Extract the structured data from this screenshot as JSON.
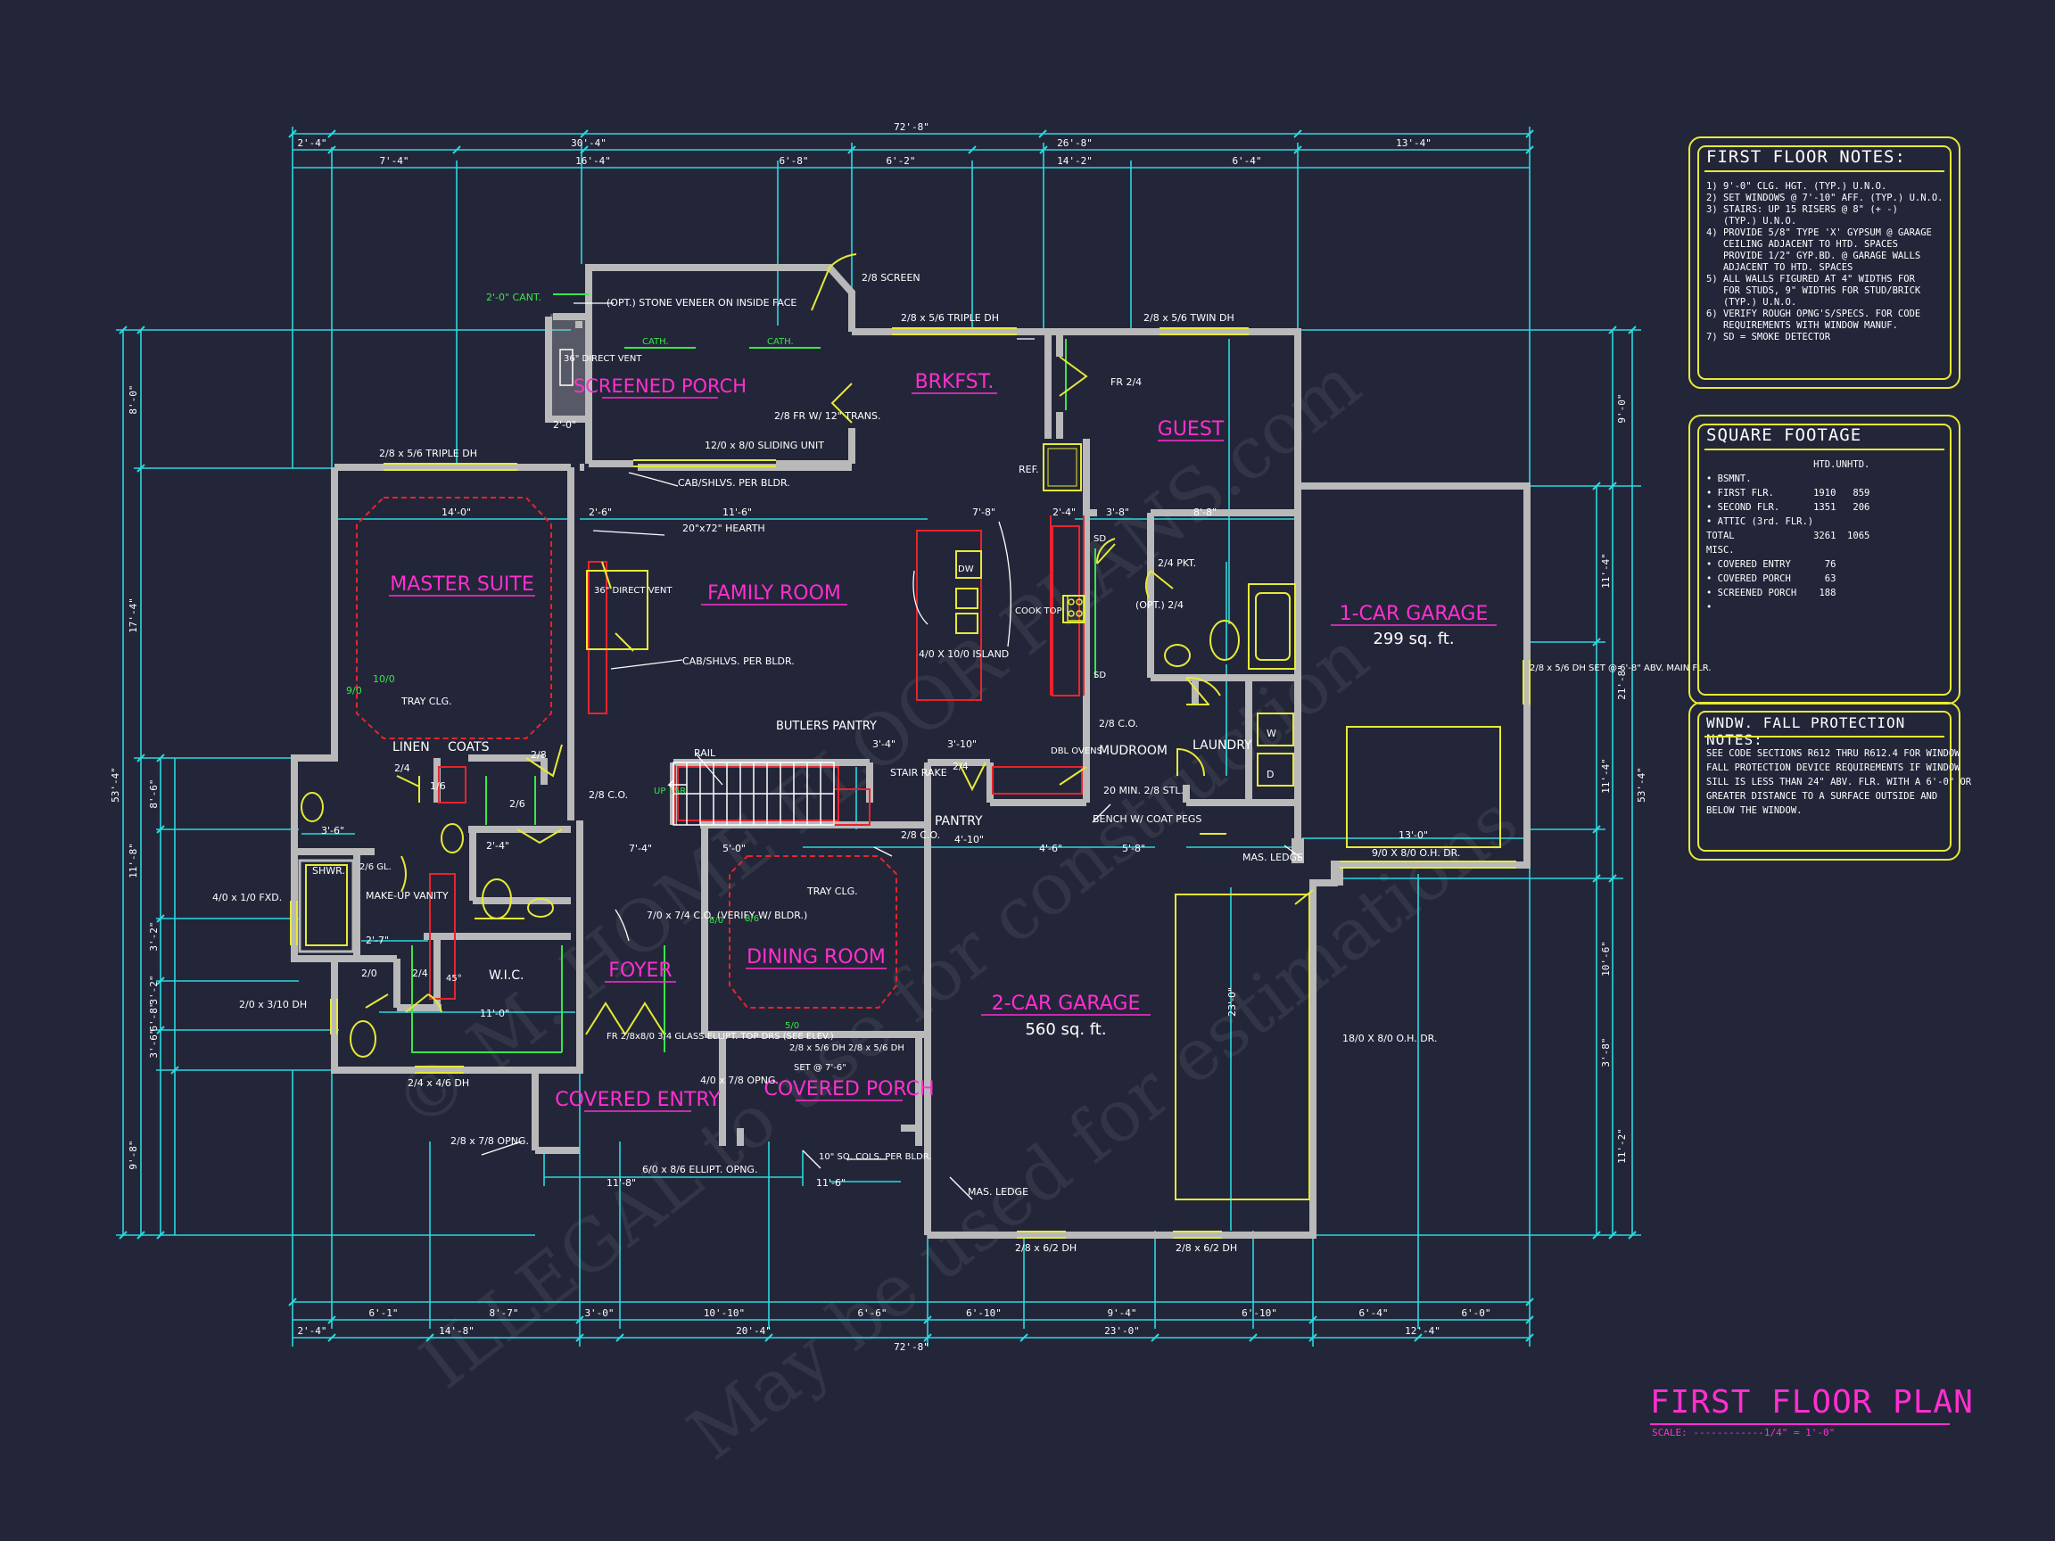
{
  "colors": {
    "background": "#232639",
    "wall": "#b9b9b9",
    "dimension": "#29d9df",
    "room_label": "#ff2fd0",
    "note_border": "#e6ea35",
    "text": "#ffffff",
    "fixture_red": "#e8232d",
    "green_note": "#39e64a",
    "yellow_fixture": "#e6ea35"
  },
  "rooms": {
    "screened_porch": "SCREENED PORCH",
    "brkfst": "BRKFST.",
    "guest": "GUEST",
    "master_suite": "MASTER SUITE",
    "family_room": "FAMILY ROOM",
    "garage_1": "1-CAR GARAGE",
    "garage_1_area": "299 sq. ft.",
    "garage_2": "2-CAR GARAGE",
    "garage_2_area": "560 sq. ft.",
    "foyer": "FOYER",
    "dining_room": "DINING ROOM",
    "covered_entry": "COVERED ENTRY",
    "covered_porch": "COVERED PORCH"
  },
  "dimensions": {
    "overall_top": "72'-8\"",
    "overall_bottom": "72'-8\"",
    "top_row1": [
      "2'-4\"",
      "30'-4\"",
      "26'-8\"",
      "13'-4\""
    ],
    "top_row2": [
      "7'-4\"",
      "16'-4\"",
      "6'-8\"",
      "6'-2\"",
      "14'-2\"",
      "6'-4\""
    ],
    "bottom_row1": [
      "6'-1\"",
      "8'-7\"",
      "3'-0\"",
      "10'-10\"",
      "6'-6\"",
      "6'-10\"",
      "9'-4\"",
      "6'-10\"",
      "6'-4\"",
      "6'-0\""
    ],
    "bottom_row2": [
      "2'-4\"",
      "14'-8\"",
      "20'-4\"",
      "23'-0\"",
      "12'-4\""
    ],
    "left_overall": "53'-4\"",
    "left_segments": [
      "8'-0\"",
      "17'-4\"",
      "11'-8\"",
      "9'-8\""
    ],
    "left_inner": [
      "8'-6\"",
      "3'-2\"",
      "3'-2\"",
      "6'-8\"",
      "3'-6\""
    ],
    "right_overall": "53'-4\"",
    "right_segments": [
      "9'-0\"",
      "21'-8\"",
      "11'-2\""
    ],
    "right_inner": [
      "11'-4\"",
      "11'-4\"",
      "10'-6\"",
      "3'-8\""
    ]
  },
  "labels": {
    "cant": "2'-0\" CANT.",
    "stone_veneer": "(OPT.) STONE VENEER ON INSIDE FACE",
    "screen_door": "2/8 SCREEN",
    "cath1": "CATH.",
    "cath2": "CATH.",
    "direct_vent_porch": "36\" DIRECT VENT",
    "porch_2_0": "2'-0\"",
    "triple_dh_top": "2/8 x 5/6 TRIPLE DH",
    "twin_dh_top": "2/8 x 5/6 TWIN DH",
    "fr_trans": "2/8 FR W/ 12\" TRANS.",
    "sliding": "12/0 x 8/0 SLIDING UNIT",
    "fr24": "FR 2/4",
    "triple_dh_master": "2/8 x 5/6 TRIPLE DH",
    "cab_shlvs_1": "CAB/SHLVS. PER BLDR.",
    "cab_shlvs_2": "CAB/SHLVS. PER BLDR.",
    "hearth": "20\"x72\" HEARTH",
    "direct_vent_family": "36\" DIRECT VENT",
    "ref": "REF.",
    "dw": "DW",
    "cook_top": "COOK TOP",
    "island": "4/0 X 10/0 ISLAND",
    "sd": "SD",
    "pkt": "2/4 PKT.",
    "opt24": "(OPT.) 2/4",
    "w": "W",
    "d": "D",
    "laundry": "LAUNDRY",
    "mudroom": "MUDROOM",
    "co_28": "2/8 C.O.",
    "dbl_ovens": "DBL OVENS",
    "bench": "BENCH W/ COAT PEGS",
    "min_stl": "20 MIN. 2/8 STL.",
    "tray_clg_master": "TRAY CLG.",
    "tray_clg_dining": "TRAY CLG.",
    "linen": "LINEN",
    "coats": "COATS",
    "butlers": "BUTLERS PANTRY",
    "rail": "RAIL",
    "up15r": "UP 15R",
    "stair_rake": "STAIR RAKE",
    "pantry": "PANTRY",
    "shwr": "SHWR.",
    "make_up": "MAKE-UP VANITY",
    "wic": "W.I.C.",
    "glass_26": "2/6 GL.",
    "fxd": "4/0 x 1/0 FXD.",
    "dh_3_10": "2/0 x 3/10 DH",
    "dh_4_6": "2/4 x 4/6 DH",
    "opng_7_8": "2/8 x 7/8 OPNG.",
    "co_7_4": "7/0 x 7/4 C.O. (VERIFY W/ BLDR.)",
    "fr_28_8": "FR 2/8x8/0 3/4 GLASS ELLIPT. TOP DRS (SEE ELEV.)",
    "opng_4_7": "4/0 x 7/8 OPNG.",
    "dh_5_6_pair": "2/8 x 5/6 DH  2/8 x 5/6 DH",
    "set_at": "SET @ 7'-6\"",
    "ellipt_opng": "6/0 x 8/6 ELLIPT. OPNG.",
    "sq_cols": "10\" SQ. COLS. PER BLDR.",
    "dh_garage_right": "2/8 x 5/6 DH SET @ 6'-8\" ABV. MAIN FLR.",
    "oh_door_9": "9/0 X 8/0 O.H. DR.",
    "oh_door_18": "18/0 X 8/0 O.H. DR.",
    "mas_ledge_1": "MAS. LEDGE",
    "mas_ledge_2": "MAS. LEDGE",
    "garage_dh_1": "2/8 x 6/2 DH",
    "garage_dh_2": "2/8 x 6/2 DH",
    "dim_14_0": "14'-0\"",
    "dim_2_6": "2'-6\"",
    "dim_11_6": "11'-6\"",
    "dim_7_8": "7'-8\"",
    "dim_2_4": "2'-4\"",
    "dim_3_8": "3'-8\"",
    "dim_8_8": "8'-8\"",
    "dim_13_0": "13'-0\"",
    "dim_7_4": "7'-4\"",
    "dim_5_0": "5'-0\"",
    "dim_4_10": "4'-10\"",
    "dim_4_6": "4'-6\"",
    "dim_5_8": "5'-8\"",
    "dim_3_4": "3'-4\"",
    "dim_3_10": "3'-10\"",
    "dim_11_8": "11'-8\"",
    "dim_11_6b": "11'-6\"",
    "dim_11_0": "11'-0\"",
    "dim_3_6": "3'-6\"",
    "dim_2_4b": "2'-4\"",
    "dim_2_7": "2'-7\"",
    "dim_23_0": "23'-0\"",
    "d24": "2/4",
    "d16": "1/6",
    "d26": "2/6",
    "d28": "2/8",
    "d20": "2/0",
    "d24b": "2/4",
    "d24c": "2/4",
    "d28co": "2/8 C.O.",
    "d28co2": "2/8 C.O.",
    "d90": "9/0",
    "d100": "10/0",
    "d86": "8/6",
    "d80": "8/0",
    "d45": "45°",
    "d50": "5/0",
    "sd_marks": "SD"
  },
  "watermark": {
    "line1": "© M. HOME FLOOR PLANS.com",
    "line2": "ILLEGAL to use for construction",
    "line3": "May be used for estimations"
  },
  "notes": {
    "first_floor_title": "FIRST FLOOR NOTES:",
    "first_floor_items": [
      "1) 9'-0\" CLG. HGT. (TYP.) U.N.O.",
      "2) SET WINDOWS @ 7'-10\" AFF. (TYP.) U.N.O.",
      "3) STAIRS: UP 15 RISERS @ 8\" (+ -)",
      "   (TYP.) U.N.O.",
      "4) PROVIDE 5/8\" TYPE 'X' GYPSUM @ GARAGE",
      "   CEILING ADJACENT TO HTD. SPACES",
      "   PROVIDE 1/2\" GYP.BD. @ GARAGE WALLS",
      "   ADJACENT TO HTD. SPACES",
      "5) ALL WALLS FIGURED AT 4\" WIDTHS FOR",
      "   FOR STUDS, 9\" WIDTHS FOR STUD/BRICK",
      "   (TYP.) U.N.O.",
      "6) VERIFY ROUGH OPNG'S/SPECS. FOR CODE",
      "   REQUIREMENTS WITH WINDOW MANUF.",
      "7) SD = SMOKE DETECTOR"
    ],
    "sqft_title": "SQUARE FOOTAGE",
    "sqft_headers": [
      "",
      "HTD.",
      "UNHTD."
    ],
    "sqft_rows": [
      [
        "• BSMNT.",
        "",
        ""
      ],
      [
        "• FIRST FLR.",
        "1910",
        "859"
      ],
      [
        "• SECOND FLR.",
        "1351",
        "206"
      ],
      [
        "• ATTIC (3rd. FLR.)",
        "",
        ""
      ],
      [
        "TOTAL",
        "3261",
        "1065"
      ],
      [
        "MISC.",
        "",
        ""
      ],
      [
        "• COVERED ENTRY",
        "76",
        ""
      ],
      [
        "• COVERED PORCH",
        "63",
        ""
      ],
      [
        "• SCREENED PORCH",
        "188",
        ""
      ],
      [
        "•",
        "",
        ""
      ]
    ],
    "window_title": "WNDW. FALL PROTECTION NOTES:",
    "window_items": [
      "SEE CODE SECTIONS R612 THRU R612.4 FOR WINDOW",
      "FALL PROTECTION DEVICE REQUIREMENTS IF WINDOW",
      "SILL IS LESS THAN 24\" ABV. FLR. WITH A 6'-0\" OR",
      "GREATER DISTANCE TO A SURFACE OUTSIDE AND",
      "BELOW THE WINDOW."
    ]
  },
  "title_block": {
    "title": "FIRST FLOOR PLAN",
    "scale": "SCALE: ------------1/4\" = 1'-0\""
  }
}
